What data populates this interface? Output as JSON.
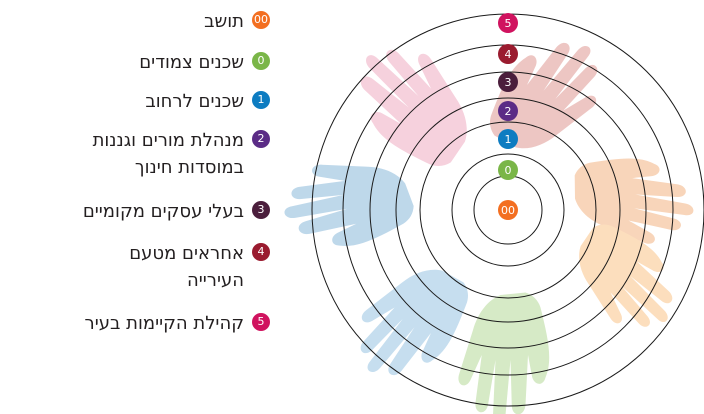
{
  "legend": [
    {
      "id": "00",
      "label": "תושב",
      "color": "#f36f21"
    },
    {
      "id": "0",
      "label": "שכנים צמודים",
      "color": "#7ab648"
    },
    {
      "id": "1",
      "label": "שכנים לרחוב",
      "color": "#0d7cc1"
    },
    {
      "id": "2",
      "label": "מנהלת מורים וגננות\nבמוסדות חינוך",
      "color": "#5b2c86"
    },
    {
      "id": "3",
      "label": "בעלי עסקים מקומיים",
      "color": "#4b1e3c"
    },
    {
      "id": "4",
      "label": "אחראים מטעם\nהעירייה",
      "color": "#9a1b2f"
    },
    {
      "id": "5",
      "label": "קהילת הקיימות בעיר",
      "color": "#d0135f"
    }
  ],
  "rings": [
    {
      "badge": "00",
      "color": "#f36f21"
    },
    {
      "badge": "0",
      "color": "#7ab648"
    },
    {
      "badge": "1",
      "color": "#0d7cc1"
    },
    {
      "badge": "2",
      "color": "#5b2c86"
    },
    {
      "badge": "3",
      "color": "#4b1e3c"
    },
    {
      "badge": "4",
      "color": "#9a1b2f"
    },
    {
      "badge": "5",
      "color": "#d0135f"
    }
  ],
  "hand_colors": [
    "#f4c2d2",
    "#e8b4b0",
    "#f6c7a3",
    "#fbd3a8",
    "#c9e3b4",
    "#b3d4ea",
    "#a9cbe4"
  ]
}
